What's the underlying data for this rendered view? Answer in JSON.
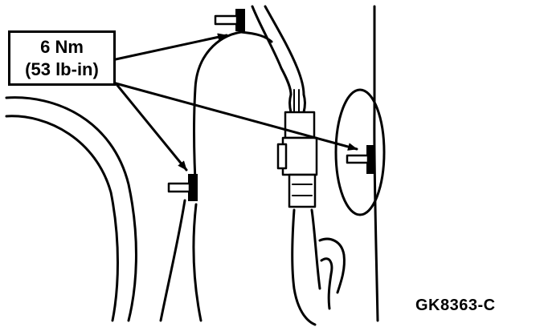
{
  "callout": {
    "torque_metric": "6 Nm",
    "torque_imperial": "(53 lb-in)"
  },
  "figure_id": "GK8363-C"
}
